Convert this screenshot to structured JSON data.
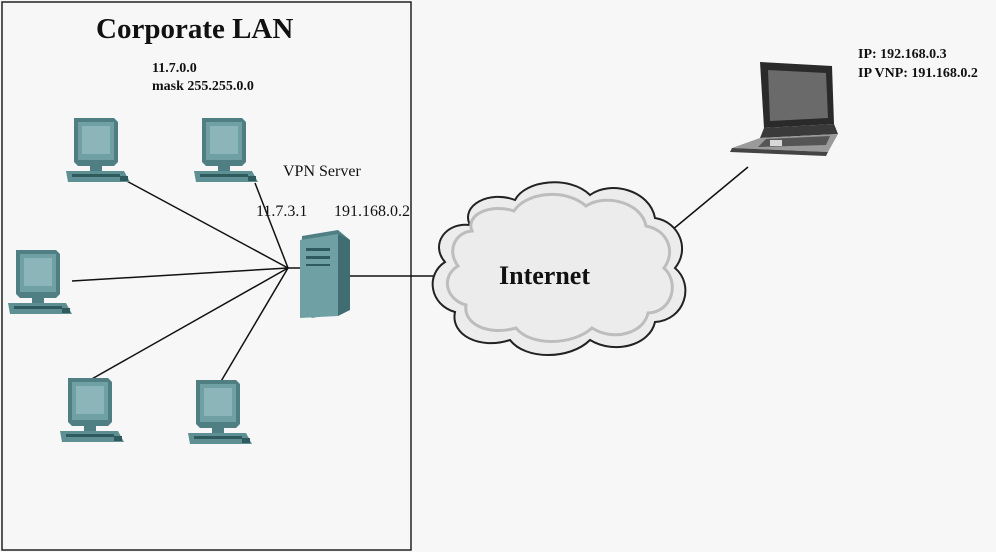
{
  "lan": {
    "title": "Corporate LAN",
    "network": "11.7.0.0",
    "mask": "mask 255.255.0.0"
  },
  "vpn_server": {
    "label": "VPN Server",
    "lan_ip": "11.7.3.1",
    "wan_ip": "191.168.0.2"
  },
  "internet": {
    "label": "Internet"
  },
  "laptop": {
    "ip": "IP: 192.168.0.3",
    "vpn_ip": "IP VNP: 191.168.0.2"
  },
  "colors": {
    "background": "#f7f7f7",
    "device_teal": "#5d8f93",
    "cloud_fill": "#ececec",
    "line": "#111111"
  }
}
